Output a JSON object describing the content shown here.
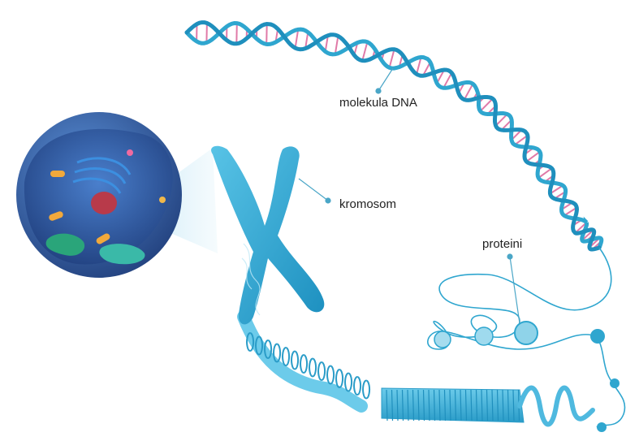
{
  "labels": {
    "dna": "molekula DNA",
    "chromosome": "kromosom",
    "proteins": "proteini"
  },
  "colors": {
    "accent": "#2fa6cf",
    "accent_dark": "#1a86b0",
    "accent_light": "#7fd0ea",
    "cell_outer": "#3b6fb5",
    "cell_inner": "#2a4f9a",
    "leader_line": "#4aa6c7"
  }
}
